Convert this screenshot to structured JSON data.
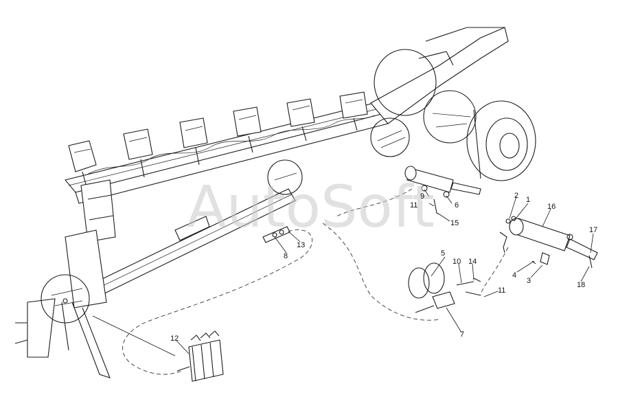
{
  "watermark": "AutoSoft",
  "callouts": [
    {
      "id": "c1",
      "text": "1"
    },
    {
      "id": "c2",
      "text": "2"
    },
    {
      "id": "c3",
      "text": "3"
    },
    {
      "id": "c4",
      "text": "4"
    },
    {
      "id": "c5",
      "text": "5"
    },
    {
      "id": "c6",
      "text": "6"
    },
    {
      "id": "c7",
      "text": "7"
    },
    {
      "id": "c8",
      "text": "8"
    },
    {
      "id": "c9",
      "text": "9"
    },
    {
      "id": "c10",
      "text": "10"
    },
    {
      "id": "c11a",
      "text": "11"
    },
    {
      "id": "c11b",
      "text": "11"
    },
    {
      "id": "c12",
      "text": "12"
    },
    {
      "id": "c13",
      "text": "13"
    },
    {
      "id": "c14",
      "text": "14"
    },
    {
      "id": "c15",
      "text": "15"
    },
    {
      "id": "c16",
      "text": "16"
    },
    {
      "id": "c17",
      "text": "17"
    },
    {
      "id": "c18",
      "text": "18"
    }
  ]
}
